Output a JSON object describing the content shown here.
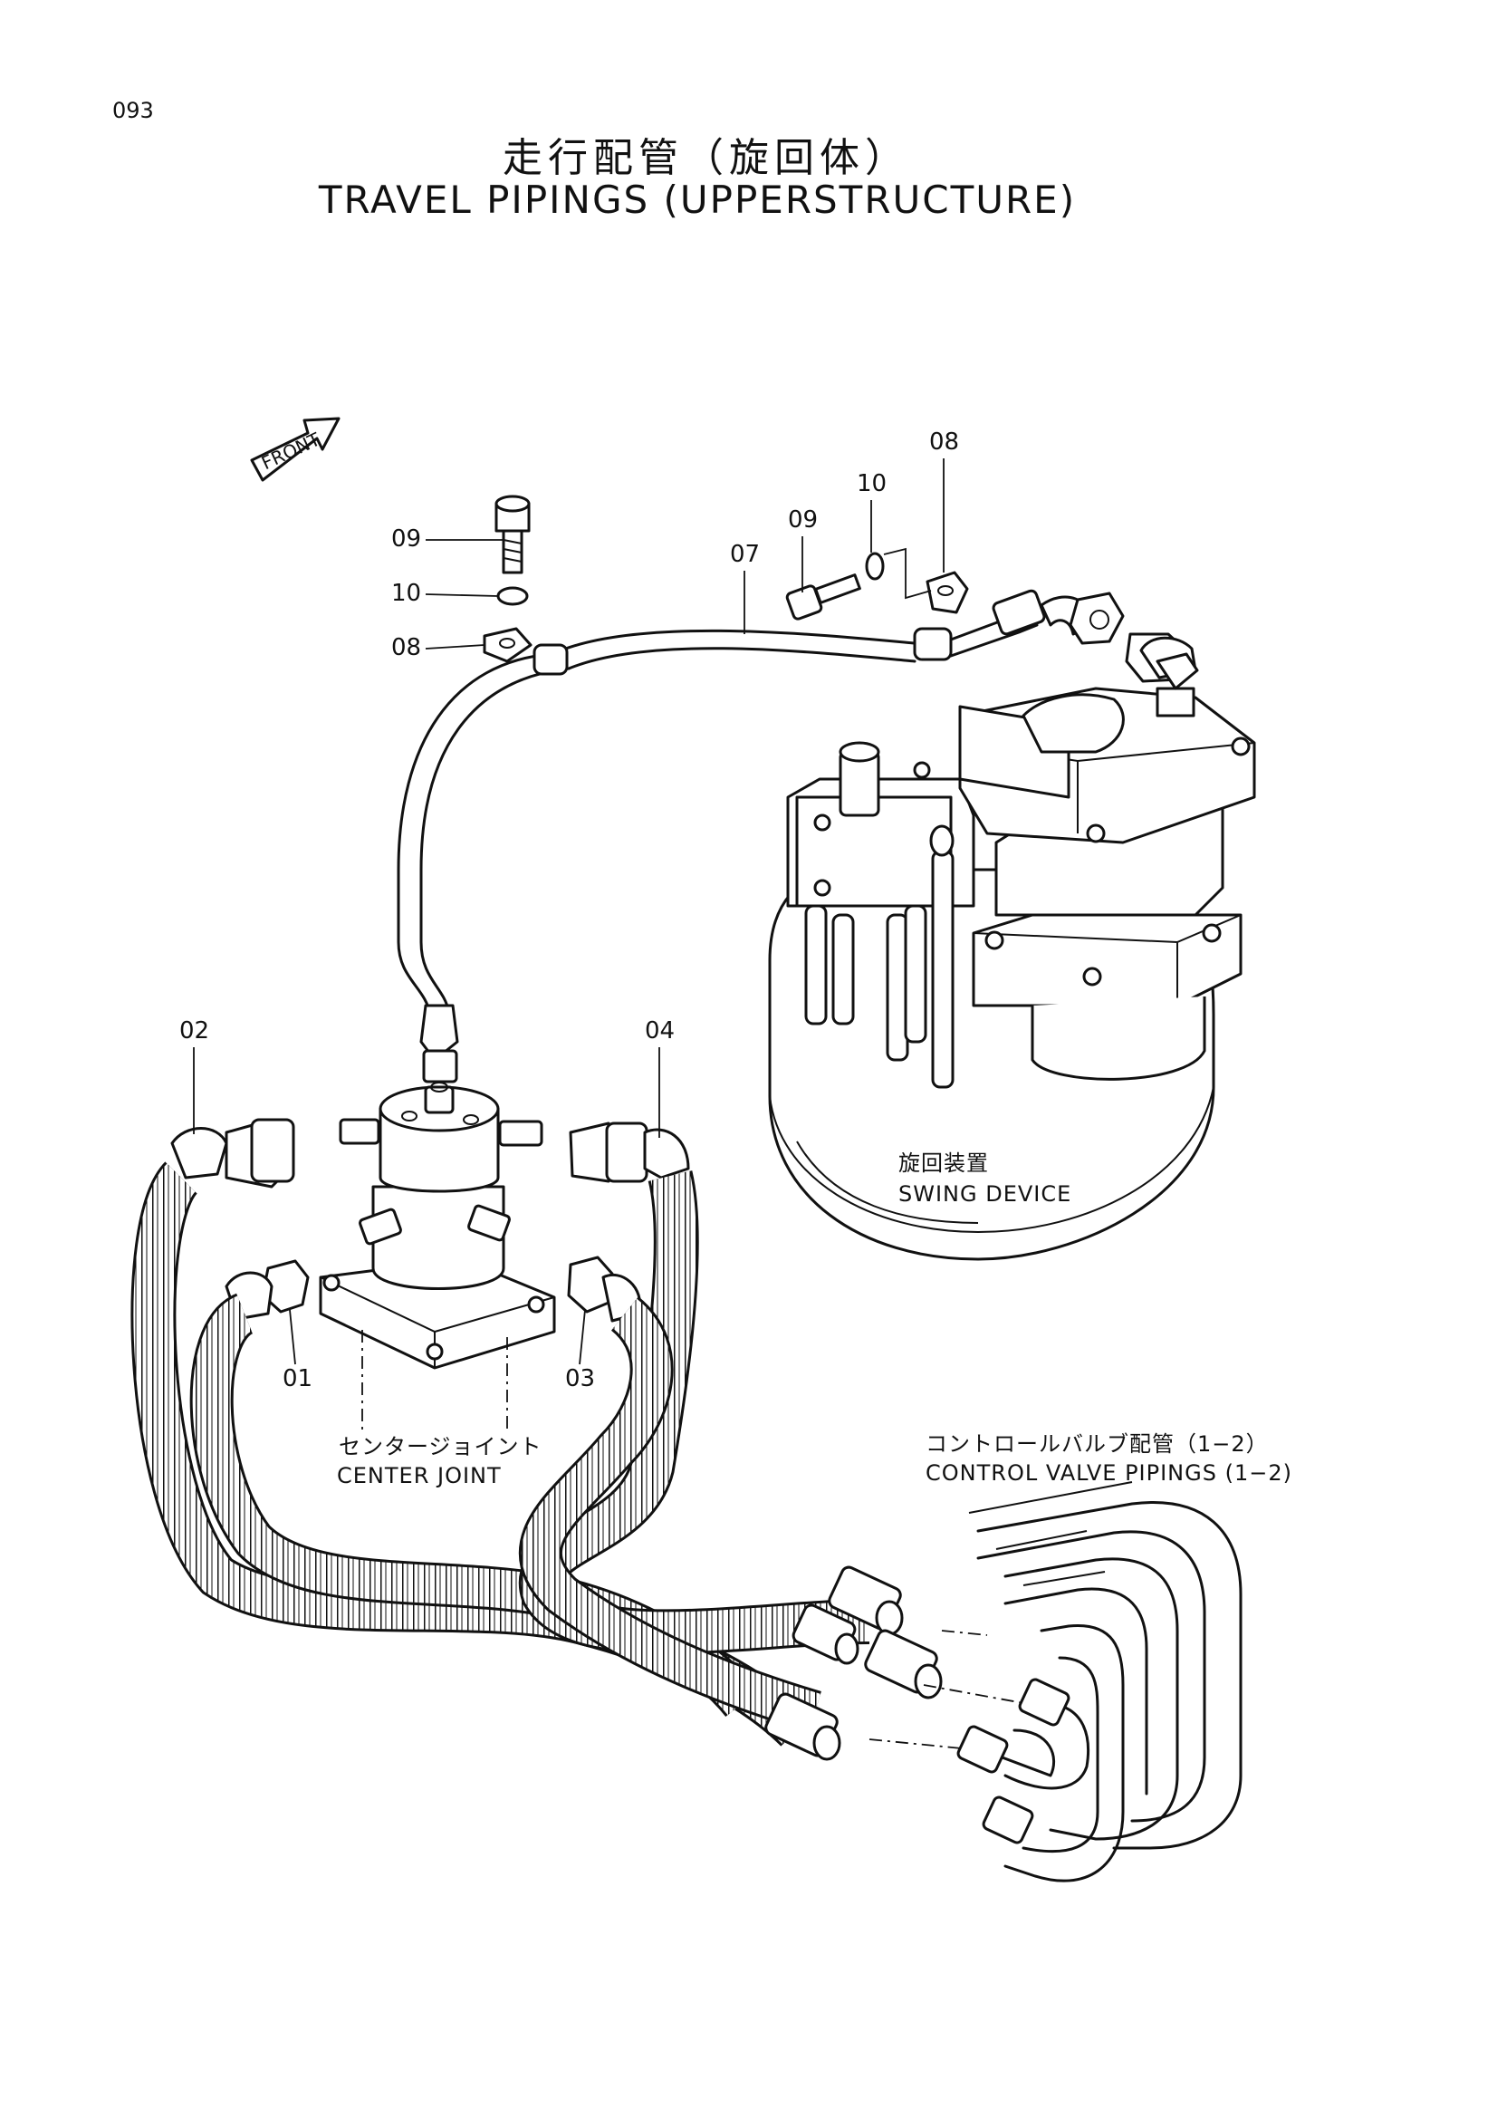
{
  "page_number": "093",
  "title_jp": "走行配管（旋回体）",
  "title_en": "TRAVEL PIPINGS (UPPERSTRUCTURE)",
  "front_label": "FRONT",
  "callouts": {
    "c01": "01",
    "c02": "02",
    "c03": "03",
    "c04": "04",
    "c07": "07",
    "c08a": "08",
    "c08b": "08",
    "c09a": "09",
    "c09b": "09",
    "c10a": "10",
    "c10b": "10"
  },
  "labels": {
    "swing_jp": "旋回装置",
    "swing_en": "SWING DEVICE",
    "center_jp": "センタージョイント",
    "center_en": "CENTER JOINT",
    "control_jp": "コントロールバルブ配管（1−2）",
    "control_en": "CONTROL VALVE PIPINGS (1−2)"
  }
}
